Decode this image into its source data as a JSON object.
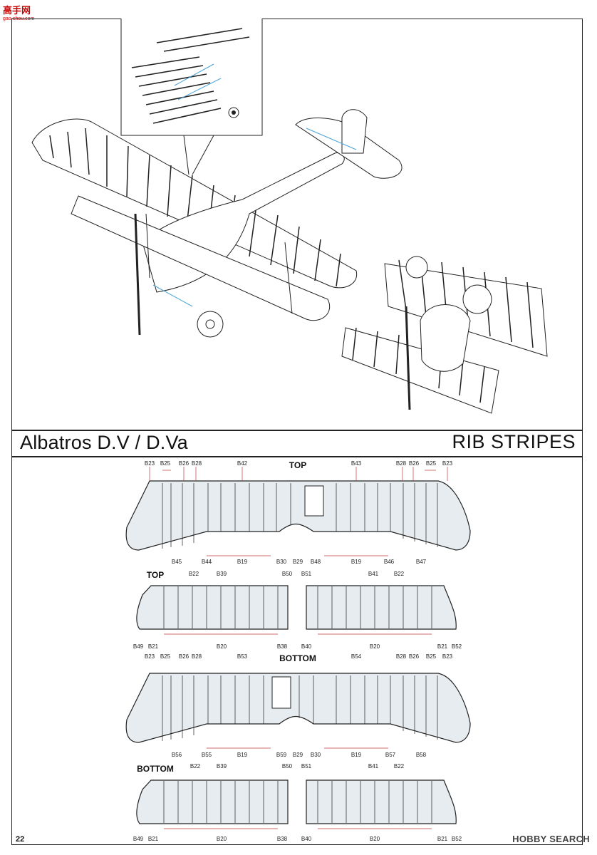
{
  "header": {
    "site_logo": "高手网",
    "site_url": "gao-shou.com"
  },
  "title": {
    "left": "Albatros D.V / D.Va",
    "right": "RIB STRIPES"
  },
  "page_number": "22",
  "watermark": "HOBBY SEARCH",
  "panels": [
    {
      "heading": "TOP",
      "top_labels": [
        "B23",
        "B25",
        "B26",
        "B28",
        "B42",
        "B43",
        "B28",
        "B26",
        "B25",
        "B23"
      ],
      "bottom_labels": [
        "B45",
        "B44",
        "B19",
        "B30",
        "B29",
        "B48",
        "B19",
        "B46",
        "B47"
      ]
    },
    {
      "heading": "TOP",
      "top_labels": [
        "B22",
        "B39",
        "B50",
        "B51",
        "B41",
        "B22"
      ],
      "bottom_labels": [
        "B49",
        "B21",
        "B20",
        "B38",
        "B40",
        "B20",
        "B21",
        "B52"
      ]
    },
    {
      "heading": "BOTTOM",
      "top_labels": [
        "B23",
        "B25",
        "B26",
        "B28",
        "B53",
        "B54",
        "B28",
        "B26",
        "B25",
        "B23"
      ],
      "bottom_labels": [
        "B56",
        "B55",
        "B19",
        "B59",
        "B29",
        "B30",
        "B19",
        "B57",
        "B58"
      ]
    },
    {
      "heading": "BOTTOM",
      "top_labels": [
        "B22",
        "B39",
        "B50",
        "B51",
        "B41",
        "B22"
      ],
      "bottom_labels": [
        "B49",
        "B21",
        "B20",
        "B38",
        "B40",
        "B20",
        "B21",
        "B52"
      ]
    }
  ],
  "colors": {
    "wing_fill": "#e6ecef",
    "line": "#222222",
    "callout": "#c23a3a",
    "accent_blue": "#4aa3d8"
  }
}
